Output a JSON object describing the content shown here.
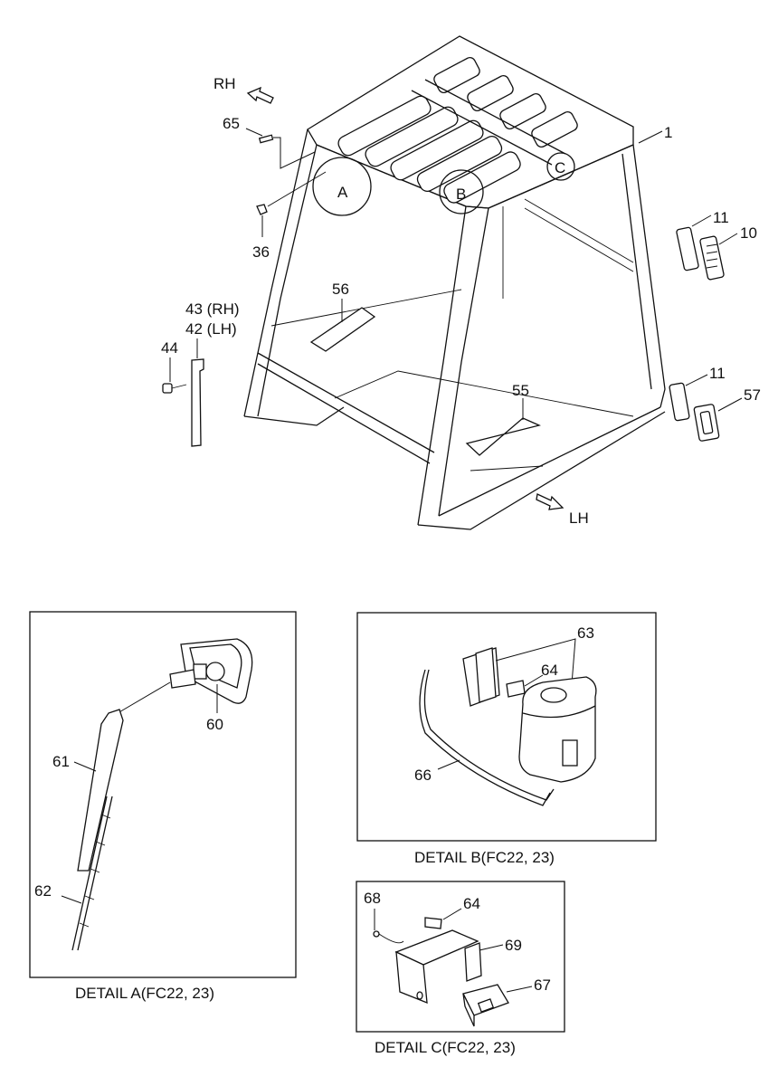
{
  "directions": {
    "rh": "RH",
    "lh": "LH"
  },
  "detail_markers": {
    "a": "A",
    "b": "B",
    "c": "C"
  },
  "callouts": {
    "p1": "1",
    "p10": "10",
    "p11_top": "11",
    "p11_bottom": "11",
    "p36": "36",
    "p42": "42 (LH)",
    "p43": "43 (RH)",
    "p44": "44",
    "p55": "55",
    "p56": "56",
    "p57": "57",
    "p65": "65",
    "p60": "60",
    "p61": "61",
    "p62": "62",
    "p63": "63",
    "p64_b": "64",
    "p66": "66",
    "p64_c": "64",
    "p67": "67",
    "p68": "68",
    "p69": "69"
  },
  "captions": {
    "detail_a": "DETAIL A(FC22, 23)",
    "detail_b": "DETAIL B(FC22, 23)",
    "detail_c": "DETAIL C(FC22, 23)"
  }
}
